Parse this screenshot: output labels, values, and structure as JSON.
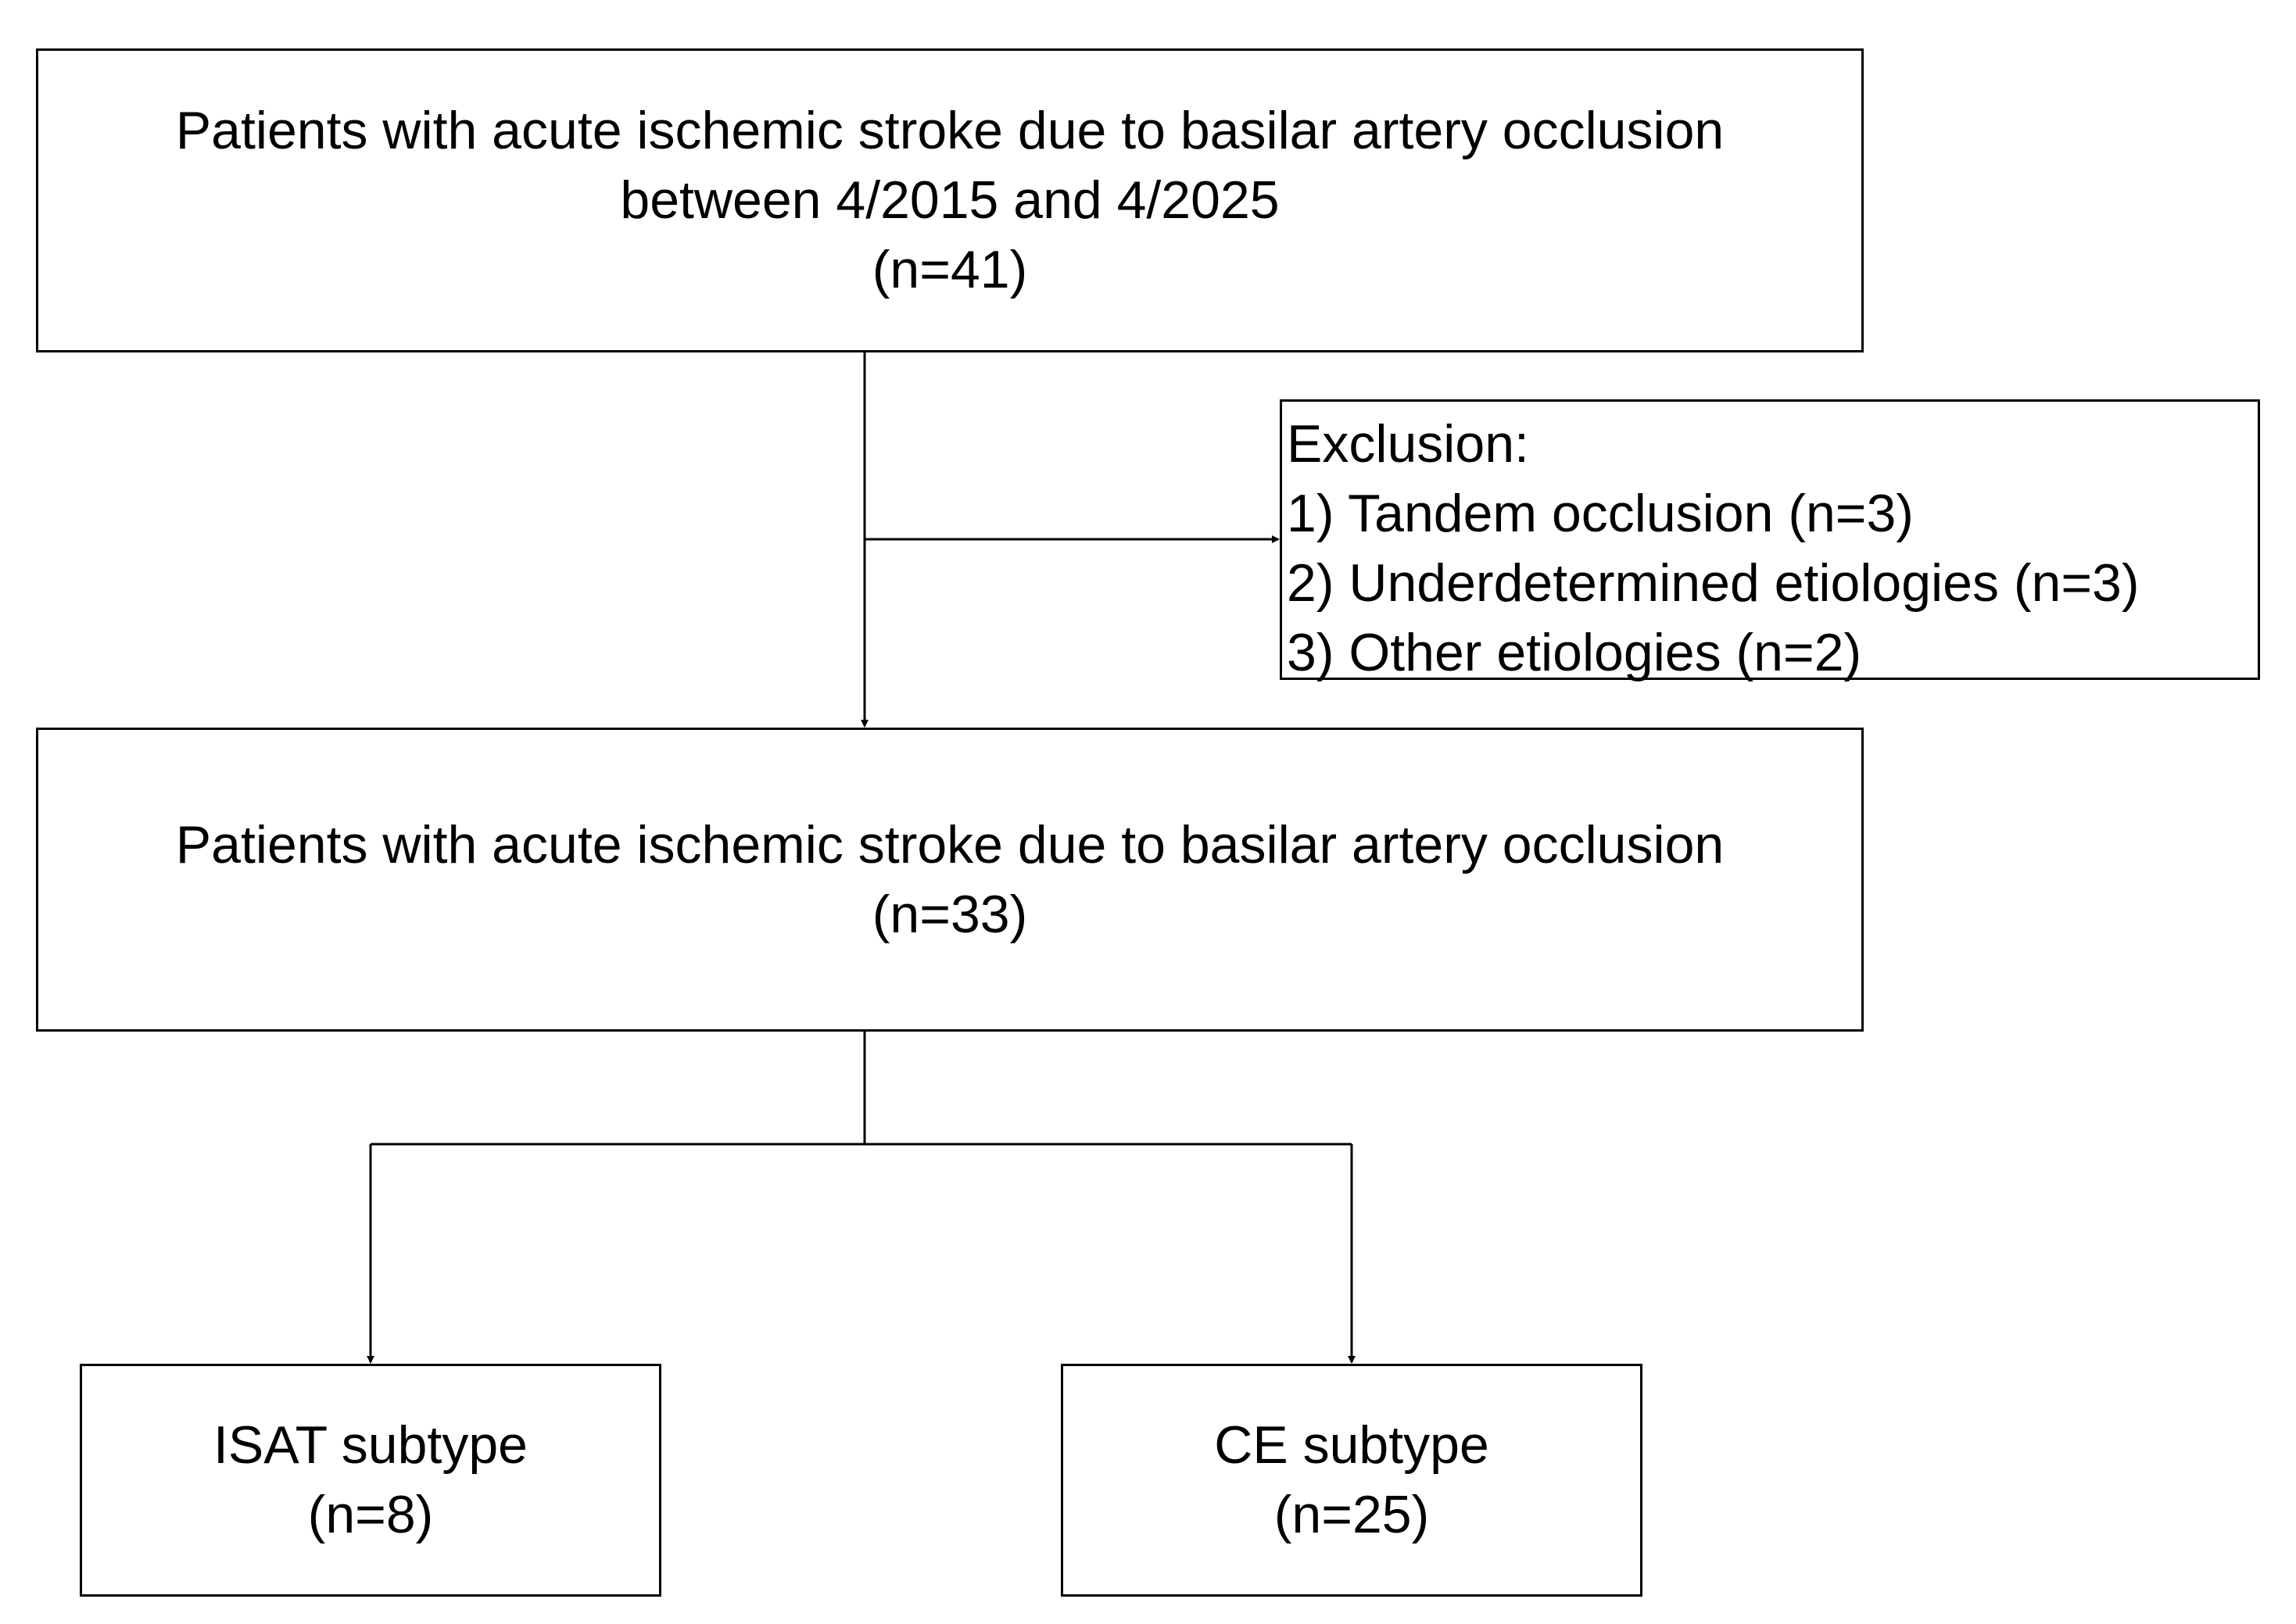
{
  "top_box": {
    "lines": [
      "Patients with acute ischemic stroke due to basilar artery occlusion",
      "between 4/2015 and 4/2025",
      "(n=41)"
    ]
  },
  "exclusion_box": {
    "title": "Exclusion:",
    "items": [
      "1) Tandem occlusion (n=3)",
      "2) Underdetermined etiologies (n=3)",
      "3) Other etiologies (n=2)"
    ]
  },
  "middle_box": {
    "lines": [
      "Patients with acute ischemic stroke due to basilar artery occlusion",
      "(n=33)"
    ]
  },
  "isat_box": {
    "lines": [
      "ISAT subtype",
      "(n=8)"
    ]
  },
  "ce_box": {
    "lines": [
      "CE subtype",
      "(n=25)"
    ]
  },
  "colors": {
    "line": "#000000",
    "text": "#000000",
    "background": "#ffffff"
  }
}
